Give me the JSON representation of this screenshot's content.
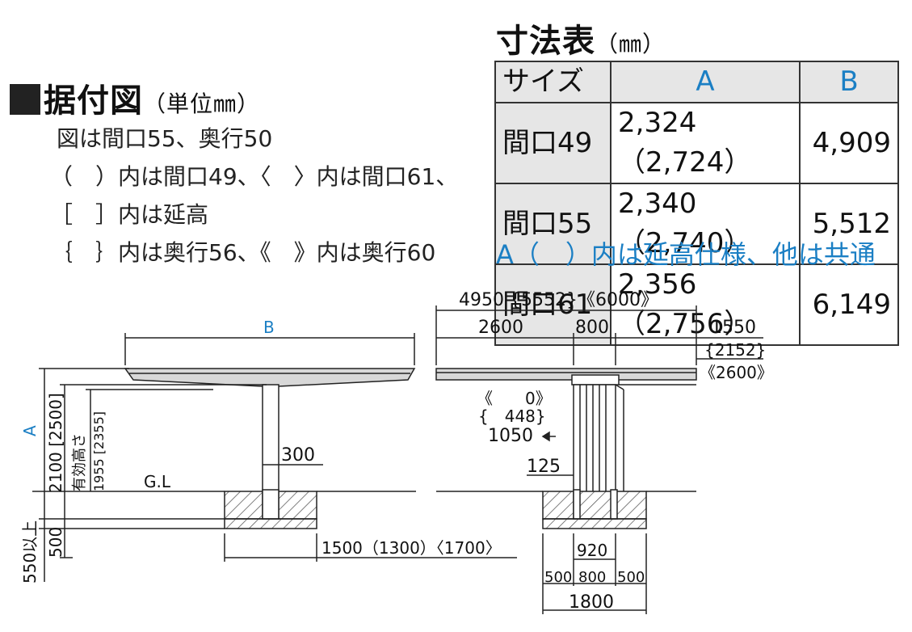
{
  "left_title": {
    "mark": "■",
    "title": "据付図",
    "unit": "（単位㎜）"
  },
  "notes": [
    "図は間口55、奥行50",
    "（　）内は間口49、〈　〉内は間口61、",
    "［　］内は延高",
    "｛　｝内は奥行56、《　》内は奥行60"
  ],
  "table_title": {
    "title": "寸法表",
    "unit": "（㎜）"
  },
  "table": {
    "headers": [
      "サイズ",
      "A",
      "B"
    ],
    "rows": [
      [
        "間口49",
        "2,324（2,724）",
        "4,909"
      ],
      [
        "間口55",
        "2,340（2,740）",
        "5,512"
      ],
      [
        "間口61",
        "2,356（2,756）",
        "6,149"
      ]
    ]
  },
  "table_note": "A（　）内は延高仕様、他は共通",
  "left_drawing": {
    "label_b": "B",
    "label_a": "A",
    "height_main": "2100 [2500]",
    "effective_height_label": "有効高さ",
    "effective_height": "1955 [2355]",
    "gl": "G.L",
    "post_width": "300",
    "foundation_depth": "500",
    "min_depth": "550以上",
    "footing": "1500（1300）〈1700〉"
  },
  "right_drawing": {
    "total": "4950 {5552}《6000》",
    "seg1": "2600",
    "seg2": "800",
    "seg3": "1550",
    "seg3_56": "{2152}",
    "seg3_60": "《2600》",
    "offset_60": "《　　0》",
    "offset_56": "{　448}",
    "offset_50": "1050",
    "post_gap": "125",
    "footing_920": "920",
    "footing_left": "500",
    "footing_mid": "800",
    "footing_right": "500",
    "footing_total": "1800"
  }
}
